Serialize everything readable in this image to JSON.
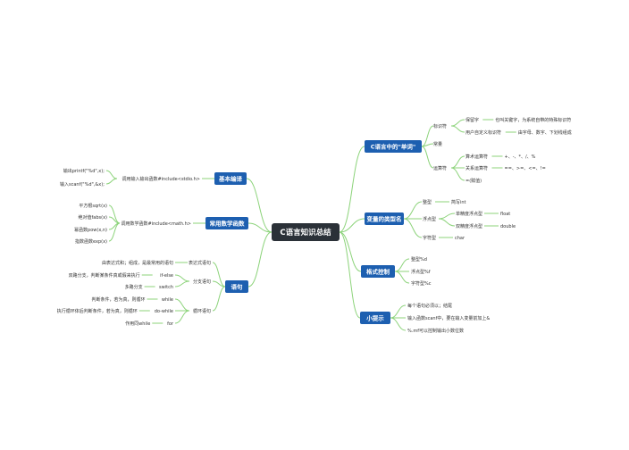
{
  "root": "C语言知识总结",
  "colors": {
    "root_bg": "#2b3138",
    "node_bg": "#1d5fb0",
    "line": "#8cd37a",
    "text": "#333333"
  },
  "right": [
    {
      "label": "C语言中的\"单词\"",
      "children": [
        {
          "label": "标识符",
          "children": [
            {
              "label": "保留字",
              "children": [
                {
                  "label": "也叫关键字，为系统自带的特殊标识符"
                }
              ]
            },
            {
              "label": "用户自定义标识符",
              "children": [
                {
                  "label": "由字母、数字、下划线组成"
                }
              ]
            }
          ]
        },
        {
          "label": "常量"
        },
        {
          "label": "运算符",
          "children": [
            {
              "label": "算术运算符",
              "children": [
                {
                  "label": "+、-、*、/、%"
                }
              ]
            },
            {
              "label": "关系运算符",
              "children": [
                {
                  "label": "==、>=、<=、!="
                }
              ]
            },
            {
              "label": "=(赋值)"
            }
          ]
        }
      ]
    },
    {
      "label": "变量的类型名",
      "children": [
        {
          "label": "整型",
          "children": [
            {
              "label": "简写int"
            }
          ]
        },
        {
          "label": "浮点型",
          "children": [
            {
              "label": "单精度浮点型",
              "children": [
                {
                  "label": "float"
                }
              ]
            },
            {
              "label": "双精度浮点型",
              "children": [
                {
                  "label": "double"
                }
              ]
            }
          ]
        },
        {
          "label": "字符型",
          "children": [
            {
              "label": "char"
            }
          ]
        }
      ]
    },
    {
      "label": "格式控制",
      "children": [
        {
          "label": "整型%d"
        },
        {
          "label": "浮点型%f"
        },
        {
          "label": "字符型%c"
        }
      ]
    },
    {
      "label": "小提示",
      "children": [
        {
          "label": "每个语句必须以；结尾"
        },
        {
          "label": "输入函数scanf中，要在输入变量前加上&"
        },
        {
          "label": "%.mf可以控制输出小数位数"
        }
      ]
    }
  ],
  "left": [
    {
      "label": "基本编译",
      "children": [
        {
          "label": "调用输入输出函数#include<stdio.h>",
          "children": [
            {
              "label": "输出printf(\"%d\",x);"
            },
            {
              "label": "输入scanf(\"%d\",&x);"
            }
          ]
        }
      ]
    },
    {
      "label": "常用数学函数",
      "children": [
        {
          "label": "调用数学函数#include<math.h>",
          "children": [
            {
              "label": "平方根sqrt(x)"
            },
            {
              "label": "绝对值fabs(x)"
            },
            {
              "label": "幂函数pow(x,n)"
            },
            {
              "label": "指数函数exp(x)"
            }
          ]
        }
      ]
    },
    {
      "label": "语句",
      "children": [
        {
          "label": "表达式语句",
          "children": [
            {
              "label": "由表达式和；组成，是最常用的语句"
            }
          ]
        },
        {
          "label": "分支语句",
          "children": [
            {
              "label": "if-else",
              "children": [
                {
                  "label": "双路分支，判断某条件真或假来执行"
                }
              ]
            },
            {
              "label": "switch",
              "children": [
                {
                  "label": "多路分支"
                }
              ]
            }
          ]
        },
        {
          "label": "循环语句",
          "children": [
            {
              "label": "while",
              "children": [
                {
                  "label": "判断条件，若为真，则循环"
                }
              ]
            },
            {
              "label": "do-while",
              "children": [
                {
                  "label": "执行循环体后判断条件，若为真，则循环"
                }
              ]
            },
            {
              "label": "for",
              "children": [
                {
                  "label": "作用同while"
                }
              ]
            }
          ]
        }
      ]
    }
  ]
}
